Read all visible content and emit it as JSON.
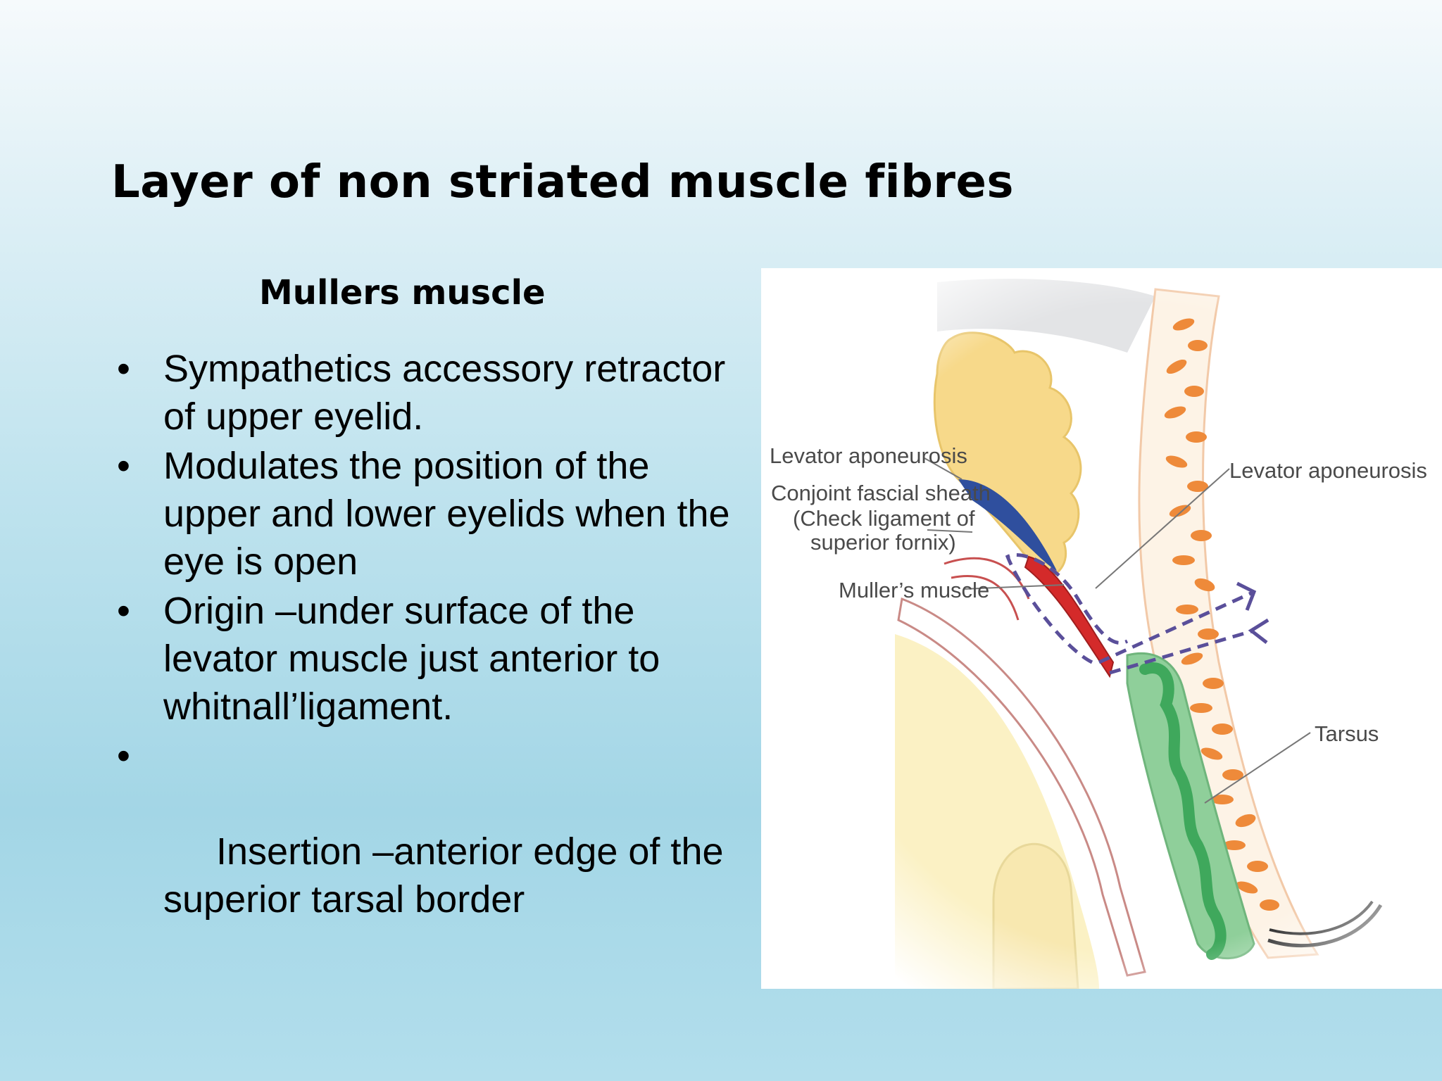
{
  "slide": {
    "title": "Layer of non striated muscle fibres",
    "subheading": "Mullers muscle",
    "bullet_marker": "•",
    "bullets": [
      "Sympathetics accessory retractor of upper eyelid.",
      "Modulates the position of the upper and lower eyelids when the eye is open",
      "Origin –under surface of the levator muscle just anterior to whitnall’ligament.",
      " Insertion –anterior edge of the superior tarsal border"
    ]
  },
  "diagram": {
    "labels": {
      "levator_aponeurosis_left": "Levator aponeurosis",
      "conjoint_line1": "Conjoint fascial sheath",
      "conjoint_line2": "(Check ligament of",
      "conjoint_line3": "superior fornix)",
      "mullers_muscle": "Muller’s muscle",
      "levator_aponeurosis_right": "Levator aponeurosis",
      "tarsus": "Tarsus"
    },
    "colors": {
      "fat": "#f7d98a",
      "orbicularis": "#ee8a3a",
      "levator": "#2f4f9e",
      "muller": "#d42a2a",
      "tarsus": "#8fcf9a",
      "tarsus_glands": "#3fa85c",
      "dashed_path": "#5a4f9a"
    }
  }
}
